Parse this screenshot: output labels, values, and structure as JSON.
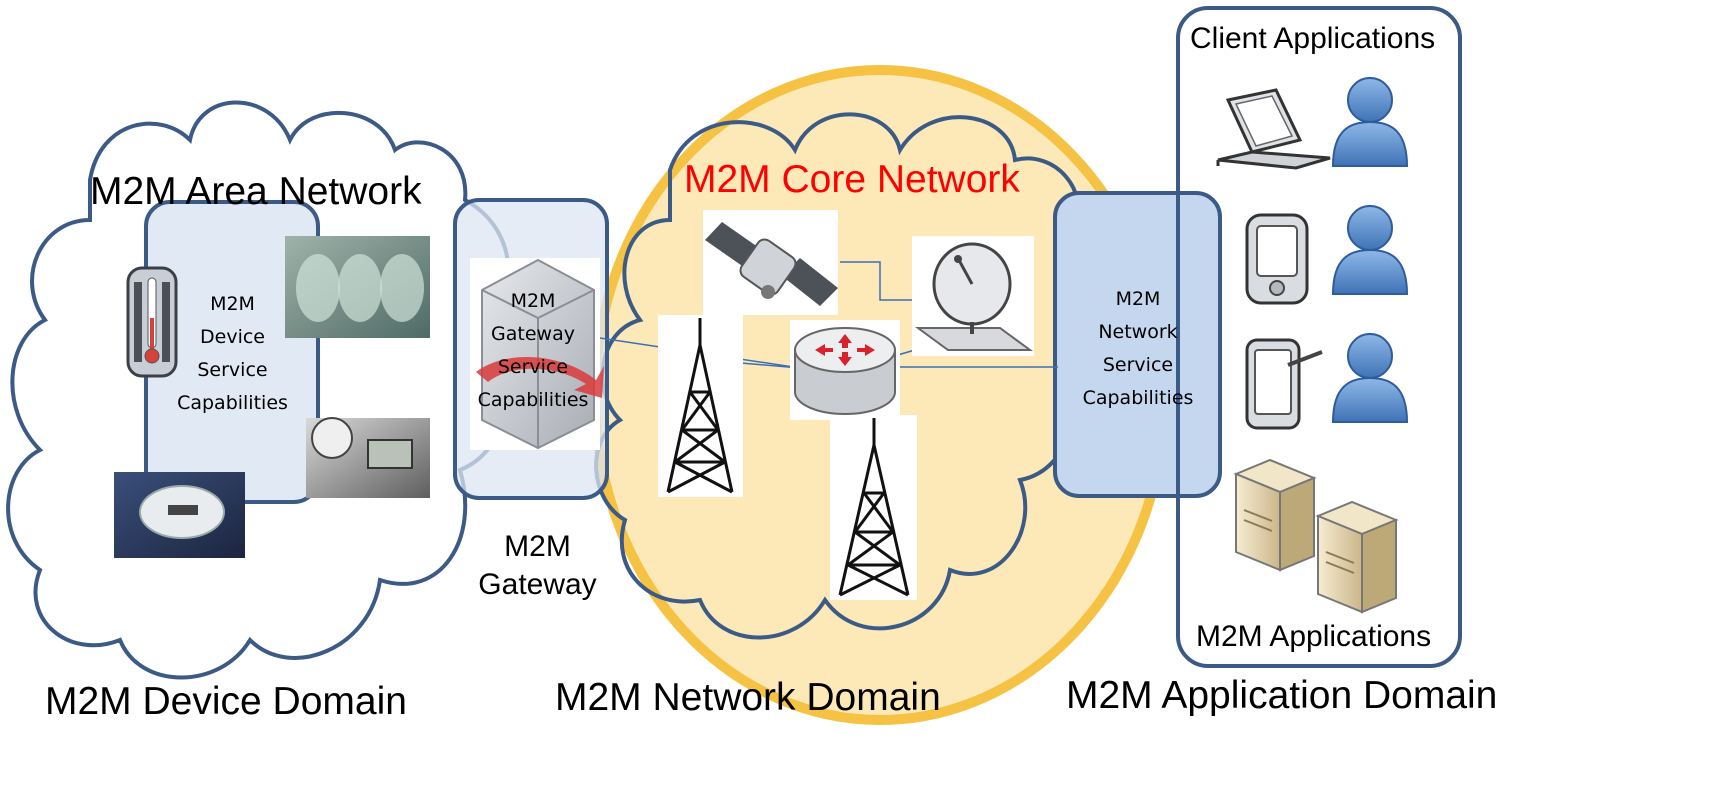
{
  "labels": {
    "area_network": "M2M Area Network",
    "core_network": "M2M Core Network",
    "client_applications": "Client Applications",
    "m2m_applications": "M2M Applications",
    "gateway": "M2M\nGateway",
    "device_domain": "M2M Device Domain",
    "network_domain": "M2M Network Domain",
    "application_domain": "M2M Application Domain"
  },
  "capabilities": {
    "device": "M2M\nDevice\nService\nCapabilities",
    "gateway": "M2M\nGateway\nService\nCapabilities",
    "network": "M2M\nNetwork\nService\nCapabilities"
  },
  "colors": {
    "outline": "#3b5a86",
    "core_fill": "#fde9b8",
    "core_ring": "#f5c244",
    "box_fill": "#dce6f2",
    "network_box_fill": "#c5d7ee",
    "core_title": "#ff0000",
    "user_blue": "#5b8fd1"
  },
  "icons": [
    "thermometer-icon",
    "meter-photo-icon",
    "satellite-icon",
    "satellite-dish-icon",
    "router-icon",
    "radio-tower-icon",
    "gateway-server-icon",
    "laptop-icon",
    "pda-icon",
    "tablet-icon",
    "user-icon",
    "server-icon"
  ]
}
